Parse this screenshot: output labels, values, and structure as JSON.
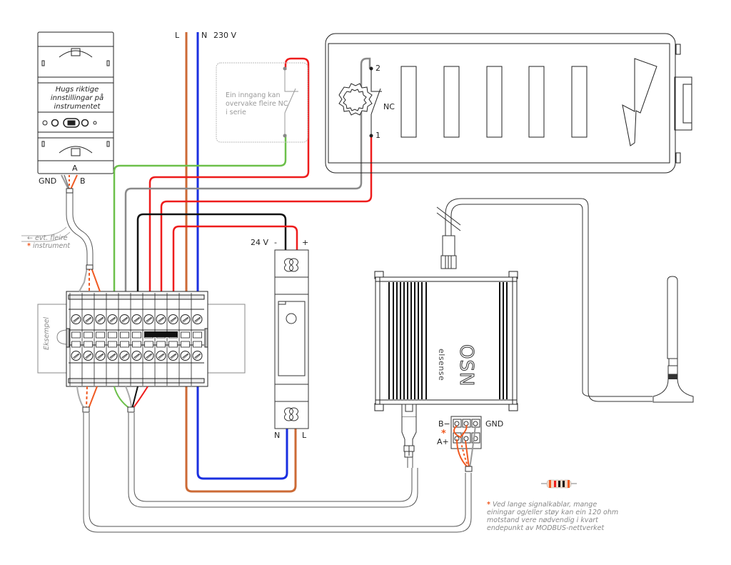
{
  "diagram": {
    "title": "MODBUS / NC wiring diagram",
    "colors": {
      "phase_L": "#cc6a35",
      "neutral_N": "#1a2fe0",
      "red": "#ee1c1c",
      "green": "#6cc04a",
      "grey": "#8a8a8a",
      "black": "#111111",
      "orange": "#f05a22"
    }
  },
  "supply": {
    "label_L": "L",
    "label_N": "N",
    "voltage": "230 V"
  },
  "meter": {
    "text": "Hugs riktige innstillingar på instrumentet",
    "terminal_A": "A",
    "terminal_B": "B",
    "terminal_GND": "GND"
  },
  "daisy_chain": {
    "arrow": "←",
    "line1": "evt. fleire",
    "star": "*",
    "line2": "instrument"
  },
  "din_rail": {
    "label": "Eksempel"
  },
  "relay_box": {
    "text": "Ein inngang kan overvake fleire NC i serie"
  },
  "nc_contact": {
    "terminal_top": "2",
    "terminal_bottom": "1",
    "label": "NC"
  },
  "psu": {
    "voltage": "24 V",
    "minus": "-",
    "plus": "+",
    "in_N": "N",
    "in_L": "L"
  },
  "gateway": {
    "brand": "elsense",
    "model": "OSN"
  },
  "rs485_connector": {
    "b_minus": "B−",
    "star": "*",
    "a_plus": "A+",
    "gnd": "GND"
  },
  "footnote": {
    "star": "*",
    "text": "Ved lange signalkablar, mange einingar og/eller støy kan ein 120 ohm motstand vere nødvendig i kvart endepunkt av MODBUS-nettverket"
  }
}
